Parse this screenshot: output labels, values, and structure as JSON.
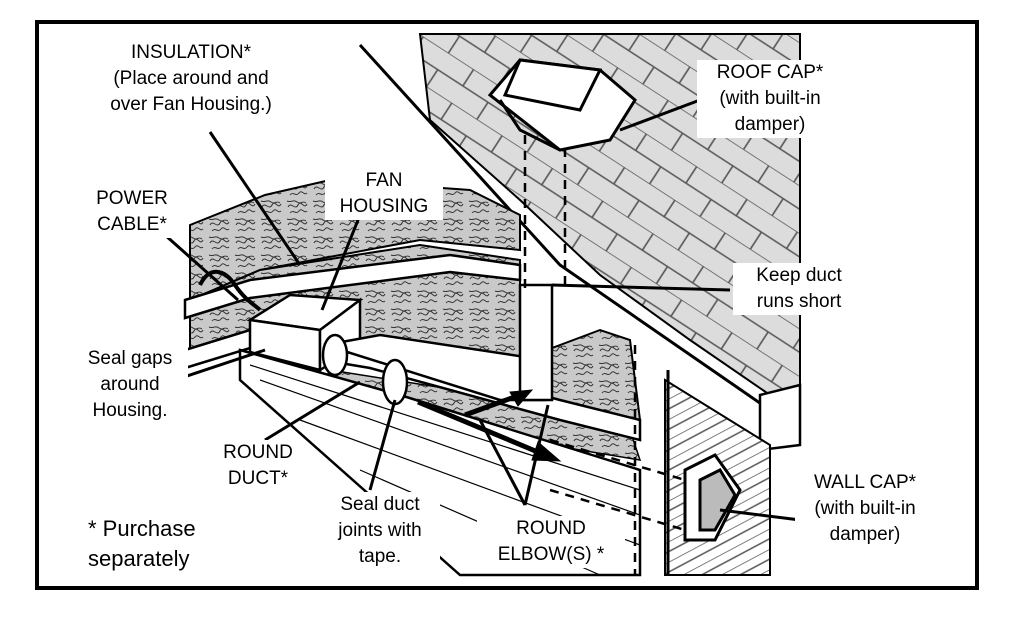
{
  "labels": {
    "insulation": [
      "INSULATION*",
      "(Place around and",
      "over Fan Housing.)"
    ],
    "power_cable": [
      "POWER",
      "CABLE*"
    ],
    "fan_housing": [
      "FAN",
      "HOUSING"
    ],
    "roof_cap": [
      "ROOF CAP*",
      "(with built-in",
      "damper)"
    ],
    "keep_short": [
      "Keep duct",
      "runs short"
    ],
    "seal_gaps": [
      "Seal gaps",
      "around",
      "Housing."
    ],
    "round_duct": [
      "ROUND",
      "DUCT*"
    ],
    "seal_joints": [
      "Seal duct",
      "joints with",
      "tape."
    ],
    "round_elbow": [
      "ROUND",
      "ELBOW(S) *"
    ],
    "wall_cap": [
      "WALL CAP*",
      "(with built-in",
      "damper)"
    ],
    "purchase_note": [
      "* Purchase",
      "separately"
    ]
  },
  "colors": {
    "line": "#000000",
    "background": "#ffffff",
    "shingle": "#d9d9d9",
    "insulation": "#bdbdbd"
  }
}
